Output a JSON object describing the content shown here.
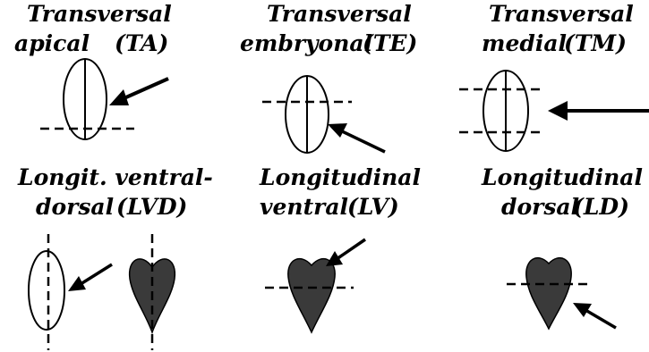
{
  "panels": {
    "ta": {
      "line1": "Transversal",
      "line2": "apical",
      "code": "(TA)"
    },
    "te": {
      "line1": "Transversal",
      "line2": "embryonal",
      "code": "(TE)"
    },
    "tm": {
      "line1": "Transversal",
      "line2": "medial",
      "code": "(TM)"
    },
    "lvd": {
      "line1": "Longit. ventral-",
      "line2": "dorsal",
      "code": "(LVD)"
    },
    "lv": {
      "line1": "Longitudinal",
      "line2": "ventral",
      "code": "(LV)"
    },
    "ld": {
      "line1": "Longitudinal",
      "line2": "dorsal",
      "code": "(LD)"
    }
  },
  "colors": {
    "ink": "#000000",
    "seed_fill": "#ffffff",
    "heart_fill": "#3a3a3a"
  },
  "icons": {
    "seed_outline": "oval-seed-with-midline",
    "seed_dark": "heart-shaped-seed",
    "arrow": "arrow-pointer",
    "cut_line": "dashed-cut-line"
  }
}
